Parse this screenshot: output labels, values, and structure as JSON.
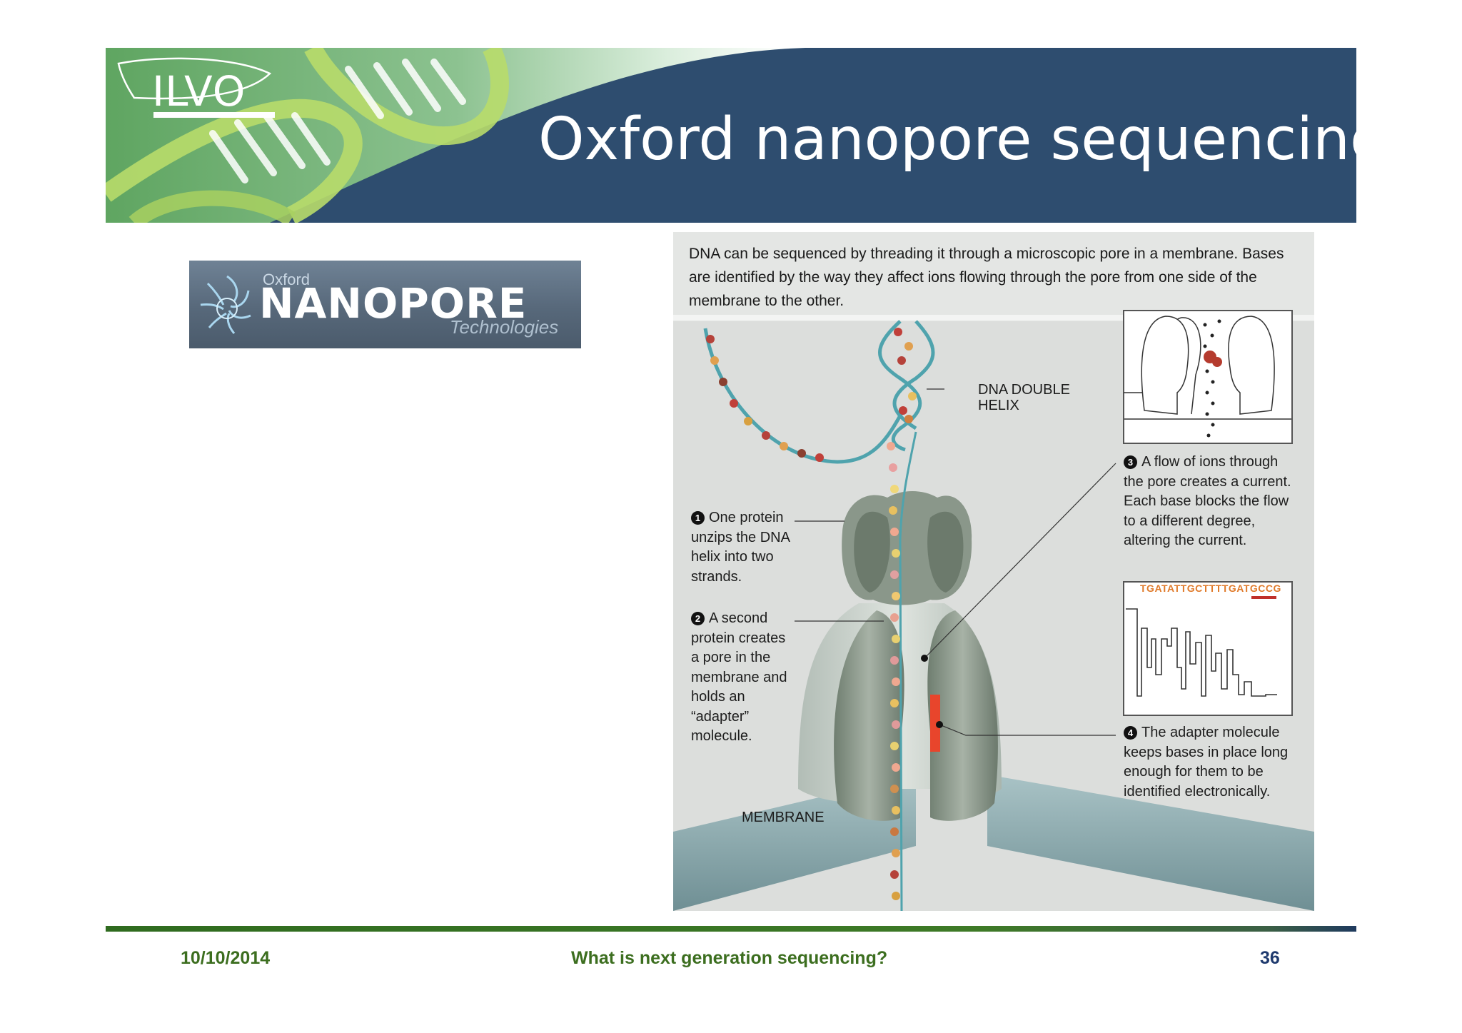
{
  "header": {
    "logo_text": "ILVO",
    "title": "Oxford nanopore sequencing"
  },
  "company_logo": {
    "small_text": "Oxford",
    "name": "NANOPORE",
    "sub_text": "Technologies"
  },
  "figure": {
    "intro": "DNA can be sequenced by threading it through a microscopic pore in a membrane. Bases are identified by the way they affect ions flowing through the pore from one side of the membrane to the other.",
    "dna_label": "DNA DOUBLE HELIX",
    "membrane_label": "MEMBRANE",
    "sequence": "TGATATTGCTTTTGATGCCG",
    "steps": [
      {
        "number": "1",
        "text": "One protein unzips the DNA helix into two strands."
      },
      {
        "number": "2",
        "text": "A second protein creates a pore in the membrane and holds an “adapter” molecule."
      },
      {
        "number": "3",
        "text": "A flow of ions through the pore creates a current. Each base blocks the flow to a different degree, altering the current."
      },
      {
        "number": "4",
        "text": "The adapter molecule keeps bases in place long enough for them to be identified electronically."
      }
    ]
  },
  "footer": {
    "date": "10/10/2014",
    "title": "What is next generation sequencing?",
    "page": "36"
  },
  "colors": {
    "banner_blue": "#2e4d6f",
    "banner_green": "#4e9a4e",
    "footer_green": "#3c6e1f",
    "page_number_blue": "#1f3a6e"
  }
}
